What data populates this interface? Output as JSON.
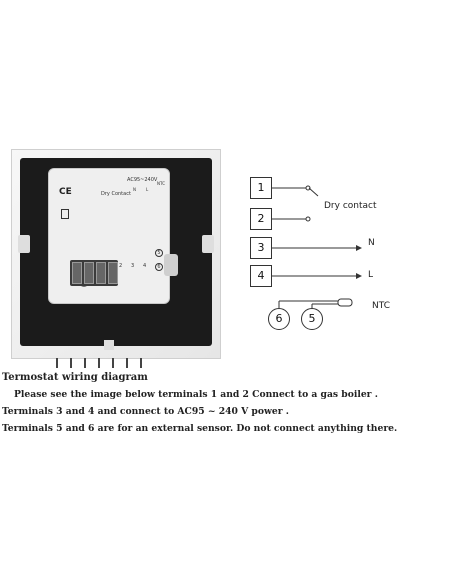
{
  "device": {
    "voltage_label": "AC95~240V",
    "n_label": "N",
    "l_label": "L",
    "ntc_label": "NTC",
    "dry_contact_label": "Dry Contact",
    "modbus_label": "MODBUS",
    "ce_mark": "CE",
    "terminal_numbers": [
      "1",
      "2",
      "3",
      "4"
    ],
    "side_numbers": [
      "5",
      "6"
    ]
  },
  "diagram": {
    "terminals": [
      "1",
      "2",
      "3",
      "4"
    ],
    "sensor_terminals": [
      "6",
      "5"
    ],
    "labels": {
      "dry_contact": "Dry contact",
      "neutral": "N",
      "live": "L",
      "ntc": "NTC"
    }
  },
  "caption": {
    "title": "Termostat wiring diagram",
    "line1": "Please see the image below terminals 1 and 2 Connect to a gas boiler .",
    "line2": "Terminals 3 and 4 and connect to AC95 ~ 240 V power .",
    "line3": "Terminals 5 and 6 are for an external sensor. Do not connect anything there."
  }
}
